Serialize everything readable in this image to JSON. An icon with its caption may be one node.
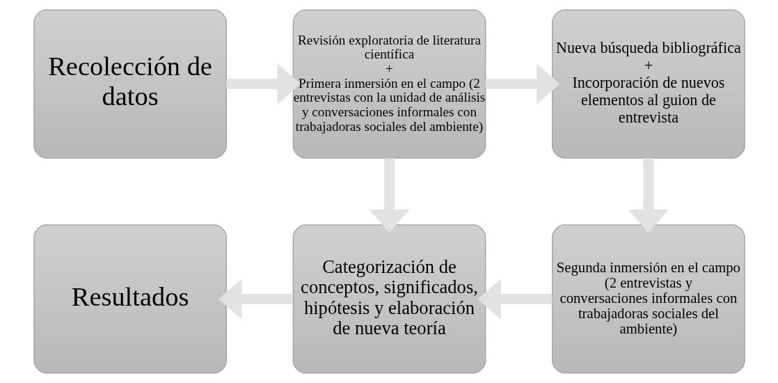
{
  "diagram": {
    "nodes": [
      {
        "text": [
          "Recolección de datos"
        ]
      },
      {
        "text": [
          "Revisión exploratoria de literatura científica",
          "+",
          "Primera inmersión en el campo (2 entrevistas con la unidad de análisis y conversaciones informales con trabajadoras sociales del ambiente)"
        ]
      },
      {
        "text": [
          "Nueva búsqueda bibliográfica",
          "+",
          "Incorporación de nuevos elementos al guion de entrevista"
        ]
      },
      {
        "text": [
          "Resultados"
        ]
      },
      {
        "text": [
          "Categorización de conceptos, significados, hipótesis y elaboración de nueva teoría"
        ]
      },
      {
        "text": [
          "Segunda inmersión en el campo (2 entrevistas y conversaciones informales con trabajadoras sociales del ambiente)"
        ]
      }
    ],
    "edges": [
      {
        "from": 0,
        "to": 1,
        "arrow": "to"
      },
      {
        "from": 1,
        "to": 2,
        "arrow": "to"
      },
      {
        "from": 1,
        "to": 4,
        "arrow": "to"
      },
      {
        "from": 2,
        "to": 5,
        "arrow": "to"
      },
      {
        "from": 5,
        "to": 4,
        "arrow": "to"
      },
      {
        "from": 4,
        "to": 3,
        "arrow": "to"
      }
    ]
  }
}
